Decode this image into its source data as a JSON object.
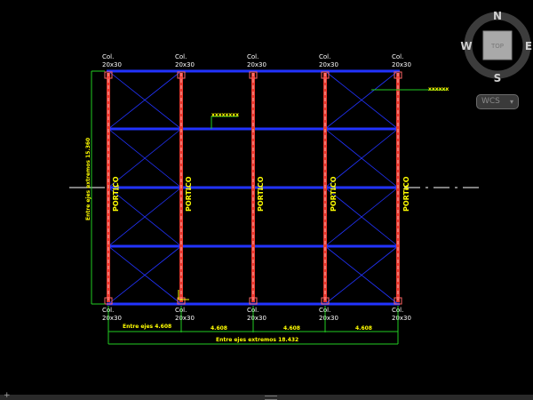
{
  "columns": [
    {
      "label_top": "Col.",
      "size_top": "20x30",
      "label_bottom": "Col.",
      "size_bottom": "20x30",
      "portico": "PORTICO"
    },
    {
      "label_top": "Col.",
      "size_top": "20x30",
      "label_bottom": "Col.",
      "size_bottom": "20x30",
      "portico": "PORTICO"
    },
    {
      "label_top": "Col.",
      "size_top": "20x30",
      "label_bottom": "Col.",
      "size_bottom": "20x30",
      "portico": "PORTICO"
    },
    {
      "label_top": "Col.",
      "size_top": "20x30",
      "label_bottom": "Col.",
      "size_bottom": "20x30",
      "portico": "PORTICO"
    },
    {
      "label_top": "Col.",
      "size_top": "20x30",
      "label_bottom": "Col.",
      "size_bottom": "20x30",
      "portico": "PORTICO"
    }
  ],
  "dimensions": {
    "first_span": "Entre ejes 4.608",
    "span_2": "4.608",
    "span_3": "4.608",
    "span_4": "4.608",
    "total": "Entre ejes extremos 18.432",
    "vertical": "Entre ejes extremos 15.360"
  },
  "annotations": {
    "tag_1": "xxxxxxxx",
    "tag_2": "xxxxxx"
  },
  "viewcube": {
    "north": "N",
    "south": "S",
    "east": "E",
    "west": "W",
    "face": "TOP"
  },
  "wcs": {
    "label": "WCS",
    "arrow": "▾"
  },
  "colors": {
    "background": "#000000",
    "columns": "#e8392f",
    "beams": "#2233ff",
    "dimensions": "#22cc22",
    "text_yellow": "#ffff00"
  }
}
